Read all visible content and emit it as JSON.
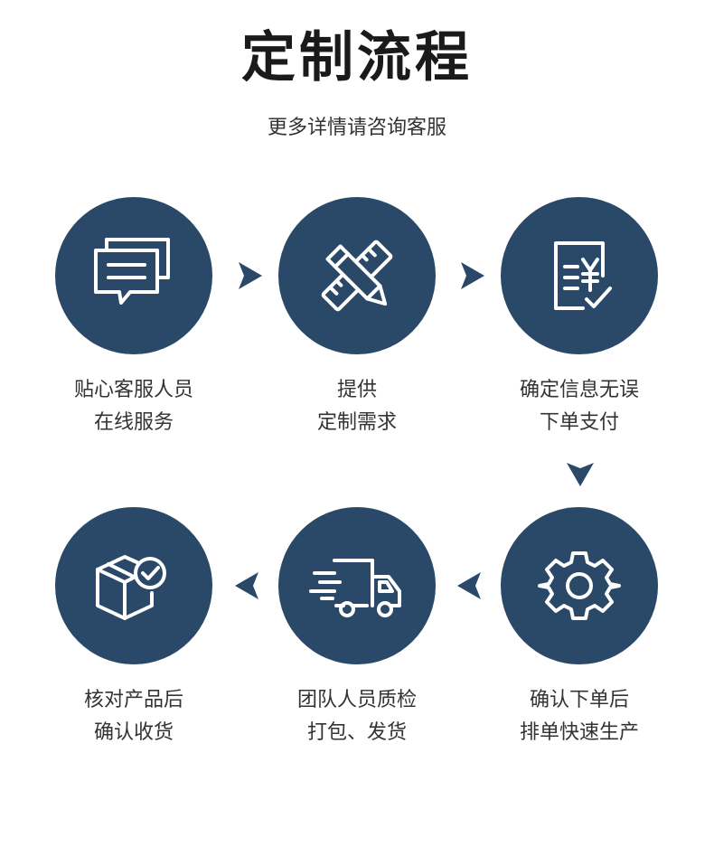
{
  "title": "定制流程",
  "subtitle": "更多详情请咨询客服",
  "colors": {
    "circle": "#2a4868",
    "arrow": "#2a4868",
    "text": "#333333"
  },
  "steps": [
    {
      "icon": "chat-bubbles-icon",
      "line1": "贴心客服人员",
      "line2": "在线服务"
    },
    {
      "icon": "pencil-ruler-icon",
      "line1": "提供",
      "line2": "定制需求"
    },
    {
      "icon": "document-yuan-check-icon",
      "line1": "确定信息无误",
      "line2": "下单支付"
    },
    {
      "icon": "gear-icon",
      "line1": "确认下单后",
      "line2": "排单快速生产"
    },
    {
      "icon": "delivery-truck-icon",
      "line1": "团队人员质检",
      "line2": "打包、发货"
    },
    {
      "icon": "box-check-icon",
      "line1": "核对产品后",
      "line2": "确认收货"
    }
  ]
}
